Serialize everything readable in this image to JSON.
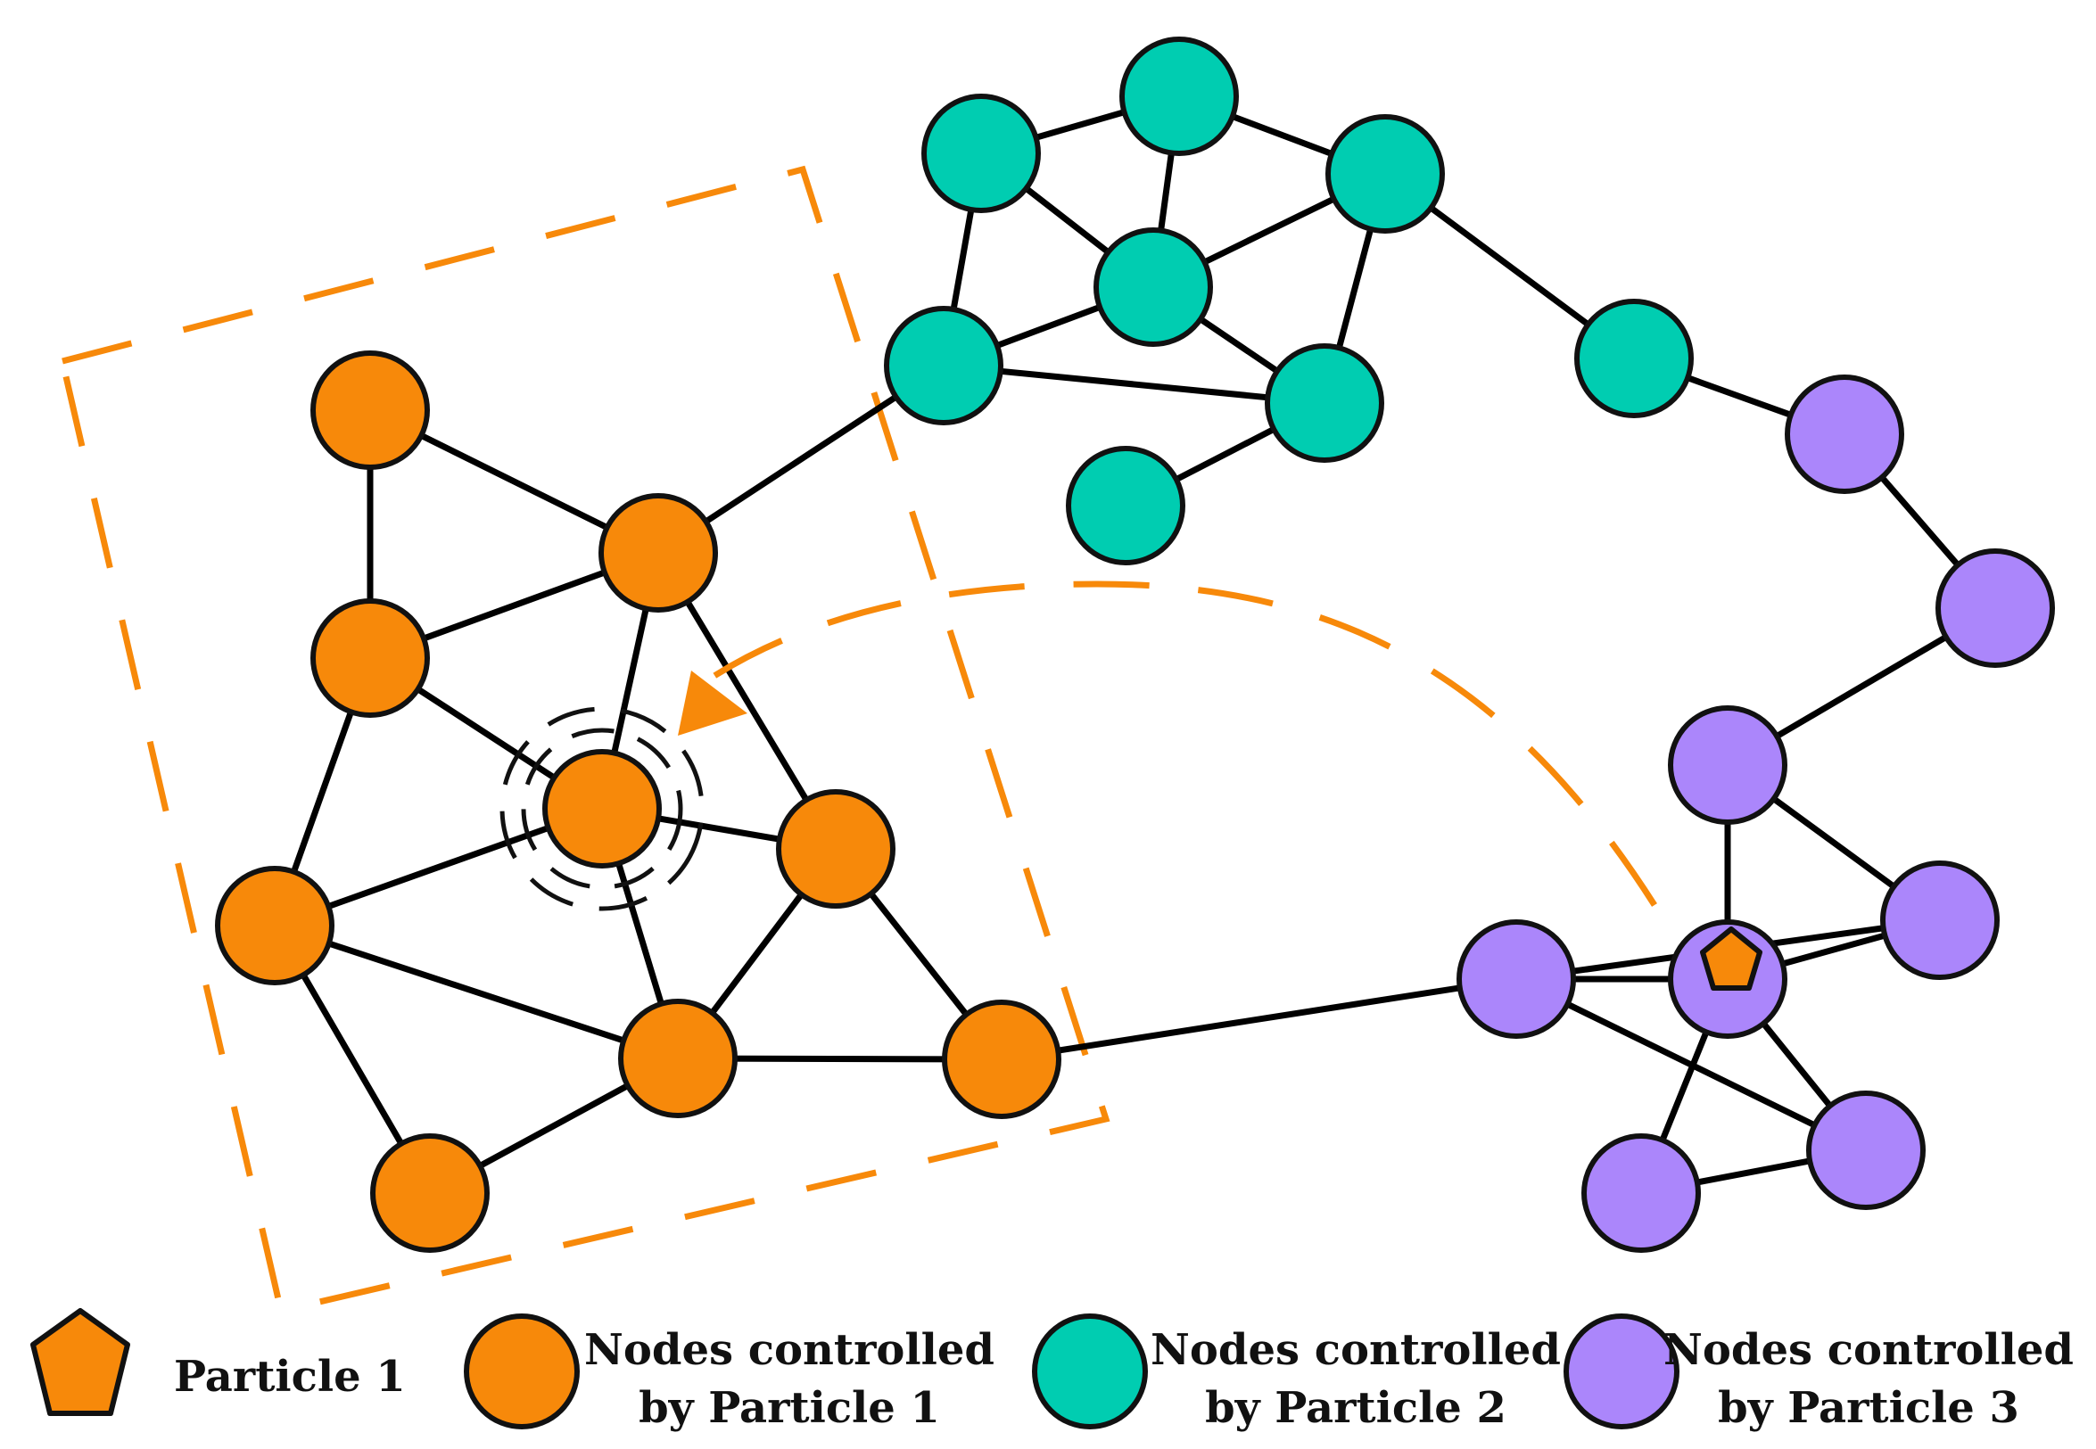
{
  "colors": {
    "particle1": "#f7890a",
    "particle2": "#00cdb1",
    "particle3": "#ab86fb",
    "edge": "#000000",
    "dashed_outline": "#f7890a"
  },
  "legend": {
    "particle": {
      "icon": "pentagon",
      "label": "Particle 1"
    },
    "group1": {
      "icon": "circle",
      "line1": "Nodes controlled",
      "line2": "by Particle 1"
    },
    "group2": {
      "icon": "circle",
      "line1": "Nodes controlled",
      "line2": "by Particle 2"
    },
    "group3": {
      "icon": "circle",
      "line1": "Nodes controlled",
      "line2": "by Particle 3"
    }
  },
  "graph": {
    "nodes": [
      {
        "id": "o1",
        "group": 1
      },
      {
        "id": "o2",
        "group": 1
      },
      {
        "id": "o3",
        "group": 1
      },
      {
        "id": "o4",
        "group": 1
      },
      {
        "id": "o5",
        "group": 1
      },
      {
        "id": "o6",
        "group": 1
      },
      {
        "id": "o7",
        "group": 1
      },
      {
        "id": "o8",
        "group": 1
      },
      {
        "id": "o9",
        "group": 1
      },
      {
        "id": "t1",
        "group": 2
      },
      {
        "id": "t2",
        "group": 2
      },
      {
        "id": "t3",
        "group": 2
      },
      {
        "id": "t4",
        "group": 2
      },
      {
        "id": "t5",
        "group": 2
      },
      {
        "id": "t6",
        "group": 2
      },
      {
        "id": "t7",
        "group": 2
      },
      {
        "id": "t8",
        "group": 2
      },
      {
        "id": "p1",
        "group": 3
      },
      {
        "id": "p2",
        "group": 3
      },
      {
        "id": "p3",
        "group": 3
      },
      {
        "id": "p4",
        "group": 3
      },
      {
        "id": "p5",
        "group": 3
      },
      {
        "id": "p6",
        "group": 3
      },
      {
        "id": "p7",
        "group": 3
      },
      {
        "id": "p8",
        "group": 3
      }
    ],
    "edges": [
      [
        "o1",
        "o2"
      ],
      [
        "o1",
        "o3"
      ],
      [
        "o2",
        "o3"
      ],
      [
        "o3",
        "o4"
      ],
      [
        "o3",
        "o6"
      ],
      [
        "o3",
        "t1"
      ],
      [
        "o2",
        "o4"
      ],
      [
        "o2",
        "o5"
      ],
      [
        "o4",
        "o5"
      ],
      [
        "o4",
        "o6"
      ],
      [
        "o4",
        "o7"
      ],
      [
        "o5",
        "o7"
      ],
      [
        "o5",
        "o8"
      ],
      [
        "o6",
        "o7"
      ],
      [
        "o6",
        "o9"
      ],
      [
        "o7",
        "o8"
      ],
      [
        "o7",
        "o9"
      ],
      [
        "o9",
        "p1"
      ],
      [
        "t1",
        "t2"
      ],
      [
        "t1",
        "t3"
      ],
      [
        "t1",
        "t6"
      ],
      [
        "t2",
        "t4"
      ],
      [
        "t2",
        "t3"
      ],
      [
        "t3",
        "t5"
      ],
      [
        "t3",
        "t6"
      ],
      [
        "t3",
        "t4"
      ],
      [
        "t4",
        "t5"
      ],
      [
        "t5",
        "t6"
      ],
      [
        "t6",
        "t7"
      ],
      [
        "t5",
        "t8"
      ],
      [
        "t8",
        "p2"
      ],
      [
        "p2",
        "p3"
      ],
      [
        "p3",
        "p4"
      ],
      [
        "p4",
        "p5"
      ],
      [
        "p4",
        "p6"
      ],
      [
        "p5",
        "p1"
      ],
      [
        "p5",
        "p6"
      ],
      [
        "p6",
        "p1"
      ],
      [
        "p6",
        "p7"
      ],
      [
        "p6",
        "p8"
      ],
      [
        "p1",
        "p7"
      ],
      [
        "p7",
        "p8"
      ]
    ],
    "particle_on_node": "p6",
    "target_node": "o4"
  }
}
